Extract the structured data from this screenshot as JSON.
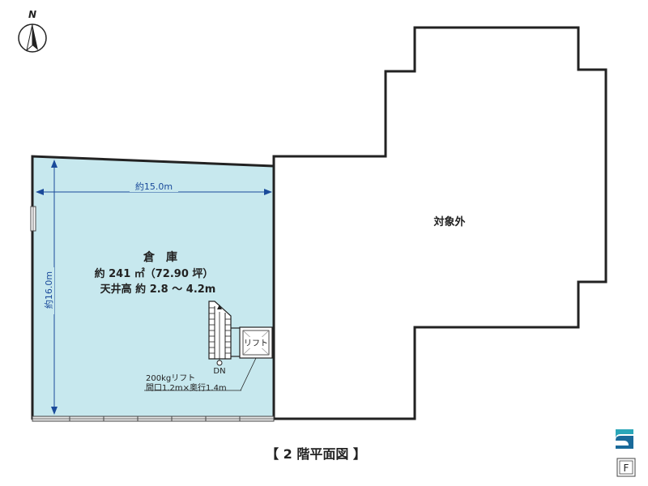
{
  "compass": {
    "label": "N",
    "icon": "north-arrow-icon"
  },
  "warehouse": {
    "name": "倉　庫",
    "area": "約 241 ㎡（72.90 坪）",
    "ceiling": "天井高 約 2.8 ～ 4.2m",
    "width_dim": "約15.0m",
    "height_dim": "約16.0m"
  },
  "stairs": {
    "label": "DN"
  },
  "lift": {
    "label": "リフト",
    "spec_line1": "200kgリフト",
    "spec_line2": "間口1.2m×奥行1.4m"
  },
  "excluded": {
    "label": "対象外"
  },
  "title": "【 2 階平面図 】",
  "colors": {
    "room_fill": "#c7e8ee",
    "dimension": "#1a4a9a",
    "wall": "#222222",
    "logo_accent": "#2aa6b8"
  },
  "logo": {
    "mark": "F"
  }
}
